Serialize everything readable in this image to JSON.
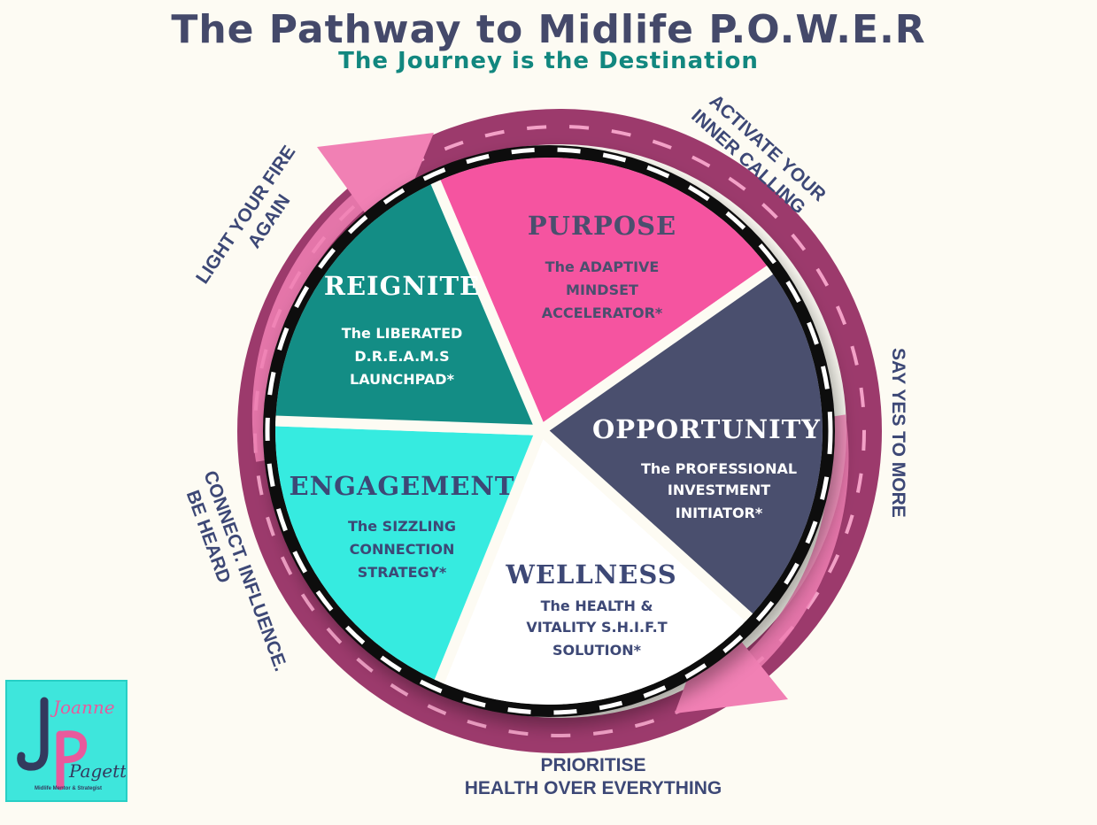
{
  "title": "The Pathway to Midlife P.O.W.E.R",
  "subtitle": "The Journey is the Destination",
  "segments": {
    "purpose": {
      "title": "PURPOSE",
      "lines": [
        "The ADAPTIVE",
        "MINDSET",
        "ACCELERATOR*"
      ],
      "color": "#f554a0"
    },
    "opportunity": {
      "title": "OPPORTUNITY",
      "lines": [
        "The PROFESSIONAL",
        "INVESTMENT",
        "INITIATOR*"
      ],
      "color": "#4a4f6e"
    },
    "wellness": {
      "title": "WELLNESS",
      "lines": [
        "The HEALTH &",
        "VITALITY S.H.I.F.T",
        "SOLUTION*"
      ],
      "color": "#ffffff"
    },
    "engagement": {
      "title": "ENGAGEMENT",
      "lines": [
        "The SIZZLING",
        "CONNECTION",
        "STRATEGY*"
      ],
      "color": "#36ebe0"
    },
    "reignite": {
      "title": "REIGNITE",
      "lines": [
        "The LIBERATED",
        "D.R.E.A.M.S",
        "LAUNCHPAD*"
      ],
      "color": "#138d85"
    }
  },
  "side_labels": {
    "top_left": [
      "LIGHT YOUR FIRE",
      "AGAIN"
    ],
    "top_right": [
      "ACTIVATE YOUR",
      "INNER CALLING"
    ],
    "right": [
      "SAY YES TO MORE"
    ],
    "left": [
      "CONNECT. INFLUENCE.",
      "BE HEARD"
    ],
    "bottom": [
      "PRIORITISE",
      "HEALTH OVER EVERYTHING"
    ]
  },
  "logo": {
    "first": "Joanne",
    "last": "Pagett",
    "tagline": "Midlife Mentor & Strategist"
  },
  "colors": {
    "ring": "#9c3a6c",
    "arrow": "#f180b4",
    "road": "#111111",
    "title": "#44496a",
    "subtitle": "#12877f"
  }
}
